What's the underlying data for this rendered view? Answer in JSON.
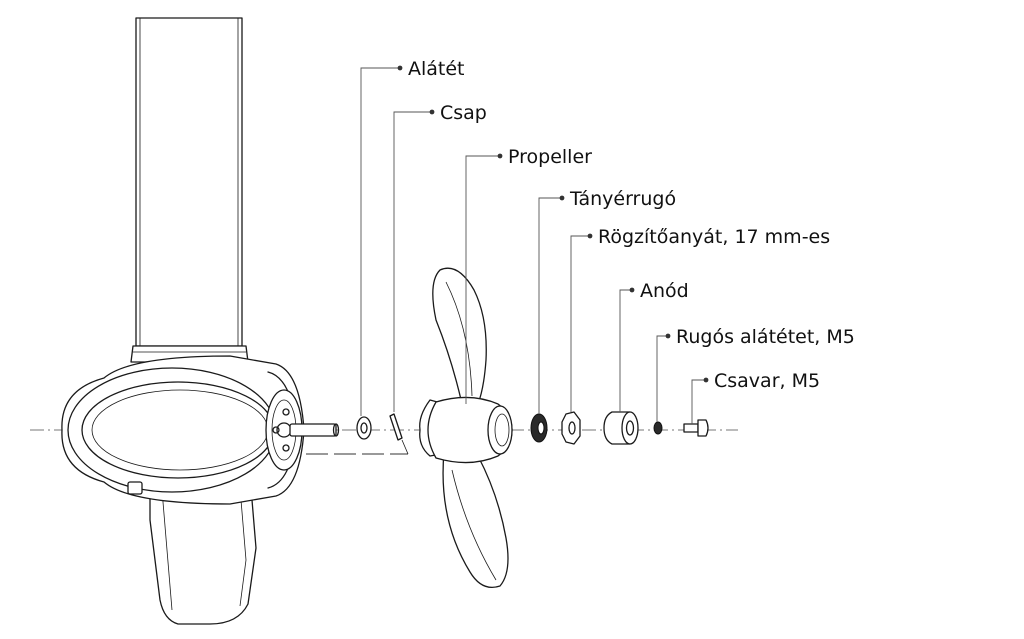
{
  "labels": {
    "washer": "Alátét",
    "pin": "Csap",
    "propeller": "Propeller",
    "disc_spring": "Tányérrugó",
    "lock_nut": "Rögzítőanyát, 17 mm-es",
    "anode": "Anód",
    "spring_washer": "Rugós alátétet, M5",
    "screw": "Csavar, M5"
  }
}
